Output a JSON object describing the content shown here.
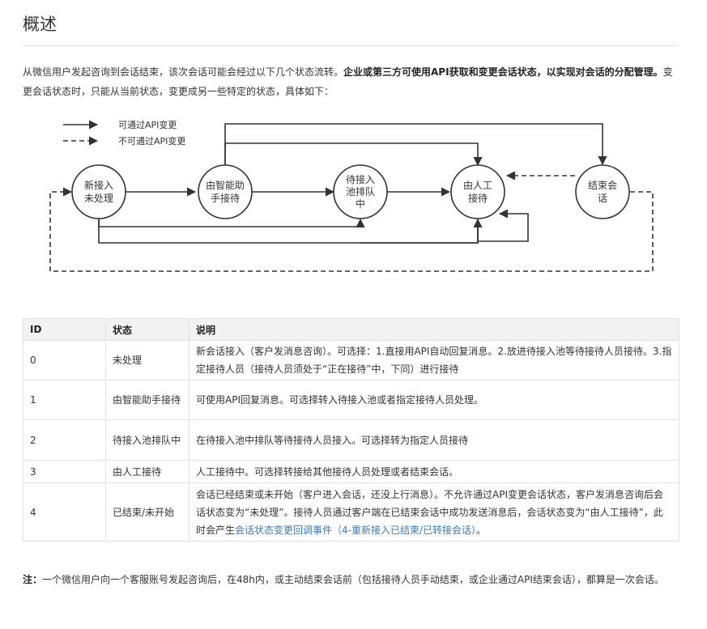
{
  "page": {
    "title": "概述",
    "intro_part1": "从微信用户发起咨询到会话结束，该次会话可能会经过以下几个状态流转。",
    "intro_bold": "企业或第三方可使用API获取和变更会话状态，以实现对会话的分配管理。",
    "intro_part2": "变更会话状态时，只能从当前状态，变更成另一些特定的状态，具体如下："
  },
  "diagram": {
    "legend": {
      "solid_label": "可通过API变更",
      "dashed_label": "不可通过API变更"
    },
    "nodes": {
      "n1": [
        "新接入",
        "未处理"
      ],
      "n2": [
        "由智能助",
        "手接待"
      ],
      "n3": [
        "待接入",
        "池排队",
        "中"
      ],
      "n4": [
        "由人工",
        "接待"
      ],
      "n5": [
        "结束会",
        "话"
      ]
    },
    "colors": {
      "stroke": "#333333",
      "node_fill": "#ffffff"
    }
  },
  "table": {
    "headers": {
      "id": "ID",
      "state": "状态",
      "desc": "说明"
    },
    "rows": [
      {
        "id": "0",
        "state": "未处理",
        "desc": "新会话接入（客户发消息咨询）。可选择：1.直接用API自动回复消息。2.放进待接入池等待接待人员接待。3.指定接待人员（接待人员须处于“正在接待”中，下同）进行接待"
      },
      {
        "id": "1",
        "state": "由智能助手接待",
        "desc": "可使用API回复消息。可选择转入待接入池或者指定接待人员处理。"
      },
      {
        "id": "2",
        "state": "待接入池排队中",
        "desc": "在待接入池中排队等待接待人员接入。可选择转为指定人员接待"
      },
      {
        "id": "3",
        "state": "由人工接待",
        "desc": "人工接待中。可选择转接给其他接待人员处理或者结束会话。"
      },
      {
        "id": "4",
        "state": "已结束/未开始",
        "desc_part1": "会话已经结束或未开始（客户进入会话，还没上行消息）。不允许通过API变更会话状态，客户发消息咨询后会话状态变为“未处理”。接待人员通过客户端在已结束会话中成功发送消息后，会话状态变为“由人工接待”，此时会产生",
        "desc_link": "会话状态变更回调事件（4-重新接入已结束/已转接会话）",
        "desc_part2": "。"
      }
    ],
    "colors": {
      "header_bg": "#f2f2f2",
      "border": "#e2e2e2",
      "link": "#3b7ab8"
    }
  },
  "note": {
    "label": "注：",
    "text": "一个微信用户向一个客服账号发起咨询后，在48h内，或主动结束会话前（包括接待人员手动结束，或企业通过API结束会话），都算是一次会话。"
  }
}
